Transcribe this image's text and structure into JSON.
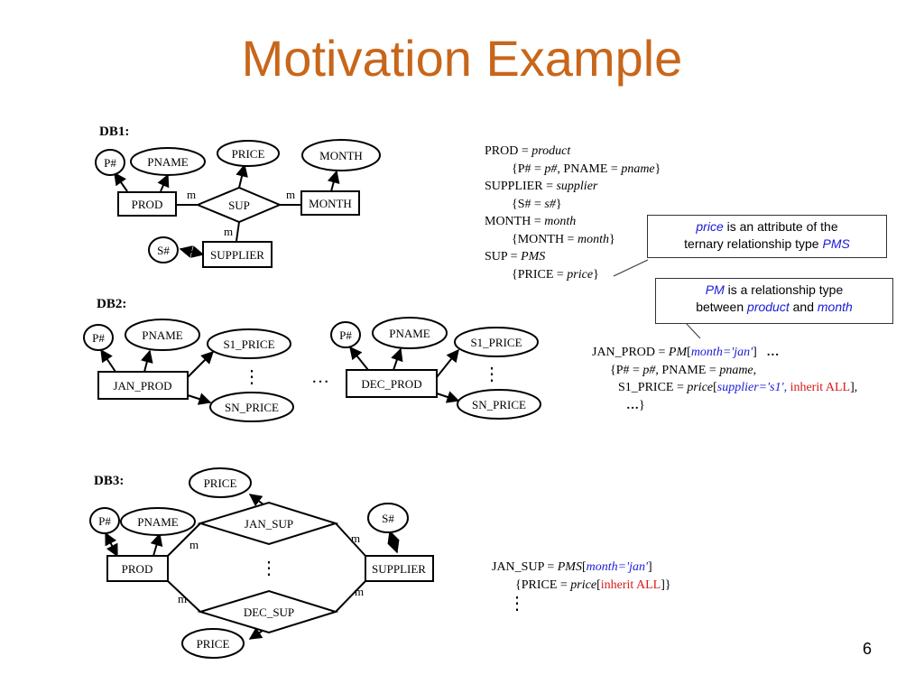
{
  "title": "Motivation Example",
  "page_number": "6",
  "colors": {
    "title": "#c8661a",
    "highlight_blue": "#1a1ad8",
    "highlight_red": "#d81a1a"
  },
  "db1": {
    "label": "DB1:",
    "nodes": {
      "p_num": "P#",
      "pname": "PNAME",
      "price": "PRICE",
      "month_attr": "MONTH",
      "prod": "PROD",
      "sup": "SUP",
      "month_entity": "MONTH",
      "s_num": "S#",
      "supplier": "SUPPLIER"
    },
    "card_left": "m",
    "card_right": "m",
    "card_bottom": "m"
  },
  "db2": {
    "label": "DB2:",
    "jan": {
      "p_num": "P#",
      "pname": "PNAME",
      "s1_price": "S1_PRICE",
      "prod": "JAN_PROD",
      "sn_price": "SN_PRICE"
    },
    "dec": {
      "p_num": "P#",
      "pname": "PNAME",
      "s1_price": "S1_PRICE",
      "prod": "DEC_PROD",
      "sn_price": "SN_PRICE"
    },
    "vdots": "⋮",
    "hdots": "…"
  },
  "db3": {
    "label": "DB3:",
    "nodes": {
      "price_top": "PRICE",
      "p_num": "P#",
      "pname": "PNAME",
      "jan_sup": "JAN_SUP",
      "s_num": "S#",
      "prod": "PROD",
      "supplier": "SUPPLIER",
      "dec_sup": "DEC_SUP",
      "price_bottom": "PRICE"
    },
    "card_tl": "m",
    "card_tr": "m",
    "card_bl": "m",
    "card_br": "m",
    "vdots": "⋮"
  },
  "mapping1": {
    "l1a": "PROD = ",
    "l1b": "product",
    "l2a": "{P# = ",
    "l2b": "p#",
    "l2c": ", PNAME = ",
    "l2d": "pname",
    "l2e": "}",
    "l3a": "SUPPLIER = ",
    "l3b": "supplier",
    "l4a": "{S# = ",
    "l4b": "s#",
    "l4c": "}",
    "l5a": "MONTH = ",
    "l5b": "month",
    "l6a": "{MONTH = ",
    "l6b": "month",
    "l6c": "}",
    "l7a": "SUP = ",
    "l7b": "PMS",
    "l8a": "{PRICE = ",
    "l8b": "price",
    "l8c": "}"
  },
  "callout1": {
    "a": "price",
    "b": " is an attribute of the",
    "c": "ternary relationship type ",
    "d": "PMS"
  },
  "callout2": {
    "a": "PM",
    "b": " is a relationship type",
    "c": "between ",
    "d": "product",
    "e": " and ",
    "f": "month"
  },
  "mapping2": {
    "l1a": "JAN_PROD = ",
    "l1b": "PM",
    "l1c": "[",
    "l1d": "month='jan'",
    "l1e": "]",
    "l1f": "…",
    "l2a": "{P# = ",
    "l2b": "p#",
    "l2c": ", PNAME = ",
    "l2d": "pname,",
    "l3a": "S1_PRICE = ",
    "l3b": "price",
    "l3c": "[",
    "l3d": "supplier='s1',",
    "l3e": " inherit ALL",
    "l3f": "],",
    "l4a": "…",
    "l4b": "}"
  },
  "mapping3": {
    "l1a": "JAN_SUP = ",
    "l1b": "PMS",
    "l1c": "[",
    "l1d": "month='jan'",
    "l1e": "]",
    "l2a": "{PRICE = ",
    "l2b": "price",
    "l2c": "[",
    "l2d": "inherit ALL",
    "l2e": "]}",
    "l3": "⋮"
  }
}
